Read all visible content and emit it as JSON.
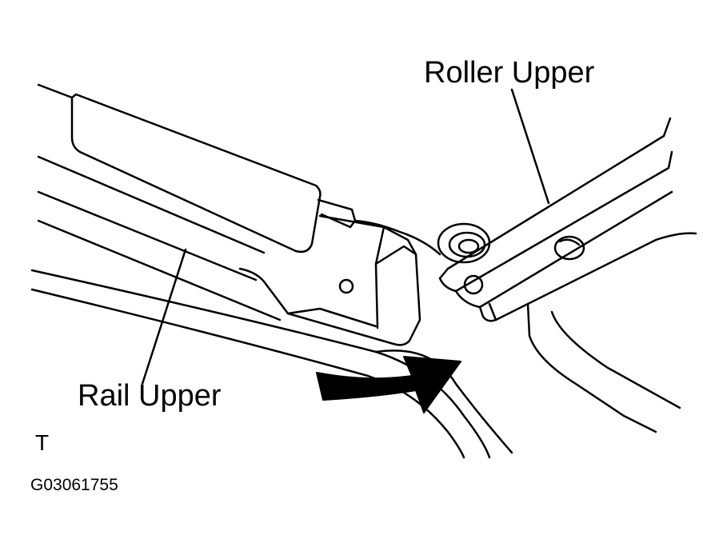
{
  "labels": {
    "roller_upper": "Roller Upper",
    "rail_upper": "Rail Upper",
    "code": "T",
    "figure_id": "G03061755"
  },
  "colors": {
    "line": "#000000",
    "background": "#ffffff",
    "arrow_fill": "#000000"
  }
}
